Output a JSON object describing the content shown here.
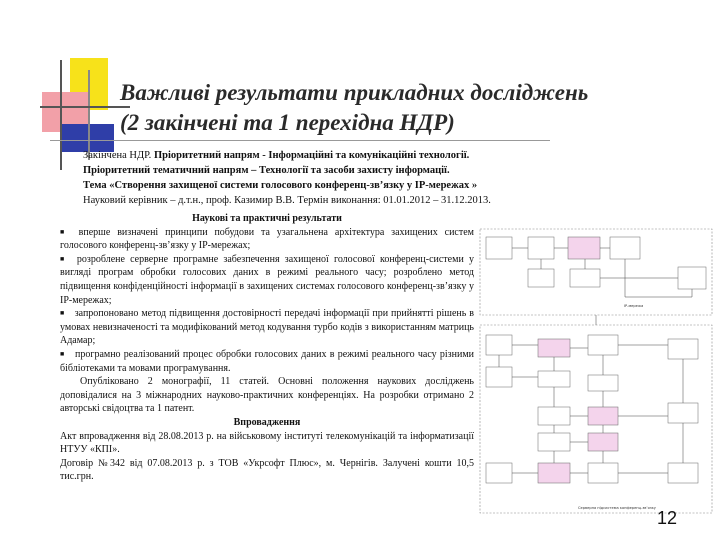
{
  "slide": {
    "title_line1": "Важливі результати прикладних досліджень",
    "title_line2": "(2 закінчені та 1 перехідна НДР)",
    "page_number": "12"
  },
  "header": {
    "line1_a": "Закінчена НДР. ",
    "line1_b": "Пріоритетний напрям - Інформаційні та комунікаційні технології.",
    "line2": "Пріоритетний тематичний напрям – Технології та засоби захисту інформації.",
    "line3": "Тема «Створення захищеної системи голосового конференц-зв’язку у IP-мережах »",
    "line4": "Науковий керівник – д.т.н., проф. Казимир В.В. Термін виконання: 01.01.2012 – 31.12.2013."
  },
  "body": {
    "section_title": "Наукові та практичні результати",
    "bullet1": "вперше визначені принципи побудови та узагальнена архітектура захищених систем голосового конференц-зв’язку у IP-мережах;",
    "bullet2": "розроблене серверне програмне забезпечення захищеної голосової конференц-системи у вигляді програм обробки голосових даних в режимі реального часу; розроблено метод підвищення конфіденційності інформації в захищених системах голосового конференц-зв’язку у IP-мережах;",
    "bullet3": "запропоновано метод підвищення достовірності передачі інформації при прийнятті рішень в умовах невизначеності та модифікований метод кодування турбо кодів з використанням матриць Адамар;",
    "bullet4": "програмно реалізований процес обробки голосових даних в режимі реального часу різними бібліотеками та мовами програмування.",
    "publications": "Опубліковано 2 монографії, 11 статей. Основні положення наукових досліджень доповідалися на 3 міжнародних науково-практичних конференціях. На розробки отримано 2 авторські свідоцтва та 1 патент.",
    "implementation_title": "Впровадження",
    "implementation_text1": "Акт впровадження від 28.08.2013 р. на військовому інституті телекомунікацій та інформатизації НТУУ «КПІ».",
    "implementation_text2": "Договір №342 від 07.08.2013 р. з ТОВ «Укрсофт Плюс», м. Чернігів. Залучені кошти 10,5 тис.грн."
  },
  "colors": {
    "deco_yellow": "#f7e21a",
    "deco_red": "#f2a0a8",
    "deco_blue": "#2f3ea8",
    "box_pink": "#f4d4ec",
    "box_stroke": "#666666"
  },
  "diagram": {
    "label_top": "IP-мережа",
    "label_bottom": "Серверна підсистема конференц-зв’язку"
  }
}
